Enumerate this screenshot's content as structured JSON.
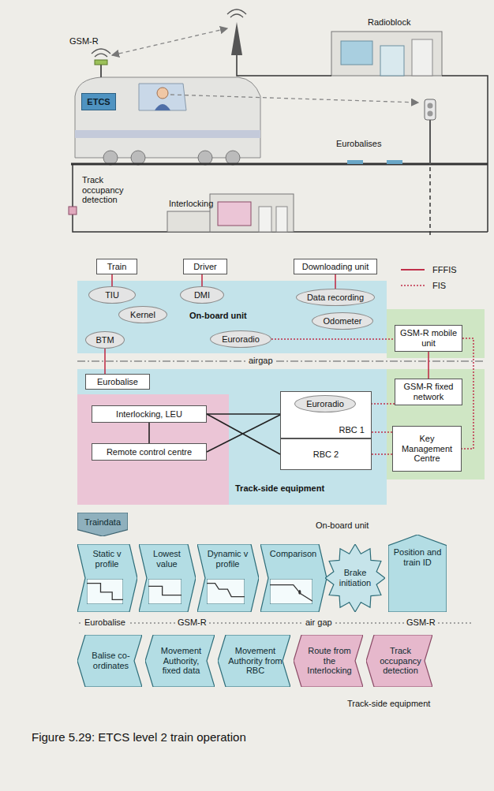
{
  "diagram": {
    "caption": "Figure 5.29: ETCS level 2 train operation",
    "nodes": [
      {
        "text": [
          "ETCS"
        ]
      },
      {
        "text": [
          "Train"
        ]
      },
      {
        "text": [
          "Driver"
        ]
      },
      {
        "text": [
          "Downloading unit"
        ]
      },
      {
        "text": [
          "On-board unit"
        ]
      },
      {
        "text": [
          "TIU"
        ],
        "in": 4
      },
      {
        "text": [
          "DMI"
        ],
        "in": 4
      },
      {
        "text": [
          "Data recording"
        ],
        "in": 4
      },
      {
        "text": [
          "Kernel"
        ],
        "in": 4
      },
      {
        "text": [
          "Odometer"
        ],
        "in": 4
      },
      {
        "text": [
          "BTM"
        ],
        "in": 4
      },
      {
        "text": [
          "Euroradio"
        ],
        "in": 4
      },
      {
        "text": [
          "GSM-R mobile unit"
        ]
      },
      {
        "text": [
          "Track-side equipment"
        ]
      },
      {
        "text": [
          "Eurobalise"
        ],
        "in": 13
      },
      {
        "text": [
          "RBC 1"
        ],
        "in": 13
      },
      {
        "text": [
          "Euroradio"
        ],
        "in": 15
      },
      {
        "text": [
          "Interlocking, LEU"
        ],
        "in": 13
      },
      {
        "text": [
          "GSM-R fixed network"
        ]
      },
      {
        "text": [
          "RBC 2"
        ],
        "in": 13
      },
      {
        "text": [
          "Remote control centre"
        ],
        "in": 13
      },
      {
        "text": [
          "Key Management Centre"
        ]
      },
      {
        "text": [
          "Traindata"
        ]
      },
      {
        "text": [
          "Static v profile"
        ]
      },
      {
        "text": [
          "Lowest value"
        ]
      },
      {
        "text": [
          "Dynamic v profile"
        ]
      },
      {
        "text": [
          "Comparison"
        ]
      },
      {
        "text": [
          "Brake initiation"
        ]
      },
      {
        "text": [
          "Position and train ID"
        ]
      },
      {
        "text": [
          "Balise co-ordinates"
        ]
      },
      {
        "text": [
          "Movement Authority, fixed data"
        ]
      },
      {
        "text": [
          "Movement Authority from RBC"
        ]
      },
      {
        "text": [
          "Route from the Interlocking"
        ]
      },
      {
        "text": [
          "Track occupancy detection"
        ]
      }
    ],
    "edges": [
      {
        "from": 1,
        "to": 5,
        "arrow": "none"
      },
      {
        "from": 2,
        "to": 6,
        "arrow": "none"
      },
      {
        "from": 3,
        "to": 7,
        "arrow": "none"
      },
      {
        "from": 10,
        "to": 14,
        "arrow": "none"
      },
      {
        "from": 11,
        "to": 12,
        "arrow": "none"
      },
      {
        "from": 12,
        "to": 18,
        "arrow": "none"
      },
      {
        "from": 18,
        "to": 16,
        "arrow": "none"
      },
      {
        "from": 17,
        "to": 15,
        "arrow": "none"
      },
      {
        "from": 17,
        "to": 19,
        "arrow": "none"
      },
      {
        "from": 20,
        "to": 15,
        "arrow": "none"
      },
      {
        "from": 17,
        "to": 20,
        "arrow": "none"
      },
      {
        "from": 15,
        "to": 21,
        "arrow": "none"
      },
      {
        "from": 19,
        "to": 21,
        "arrow": "none"
      },
      {
        "from": 12,
        "to": 21,
        "arrow": "none"
      }
    ],
    "labels": [
      "GSM-R",
      "Radioblock",
      "Eurobalises",
      "Track occupancy detection",
      "Interlocking",
      "airgap",
      "On-board unit",
      "Eurobalise",
      "GSM-R",
      "air gap",
      "GSM-R",
      "Track-side equipment"
    ],
    "legend": [
      {
        "text": "FFFIS"
      },
      {
        "text": "FIS"
      }
    ]
  }
}
